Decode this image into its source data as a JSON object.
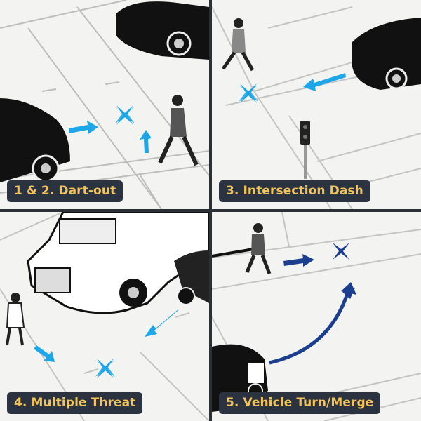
{
  "panels": [
    {
      "id": "dart-out",
      "label": "1 & 2. Dart-out"
    },
    {
      "id": "intersection-dash",
      "label": "3. Intersection Dash"
    },
    {
      "id": "multiple-threat",
      "label": "4. Multiple Threat"
    },
    {
      "id": "vehicle-turn-merge",
      "label": "5. Vehicle Turn/Merge"
    }
  ],
  "colors": {
    "arrow_light": "#1ea7e8",
    "arrow_dark": "#1c3e8e",
    "label_bg": "#2b3340",
    "label_text": "#f2c45a",
    "divider": "#2b2f36"
  },
  "icons": {
    "crash_marker": "conflict-star-icon",
    "pedestrian": "pedestrian-icon",
    "car": "car-icon",
    "van": "van-icon",
    "signal": "traffic-signal-icon"
  }
}
